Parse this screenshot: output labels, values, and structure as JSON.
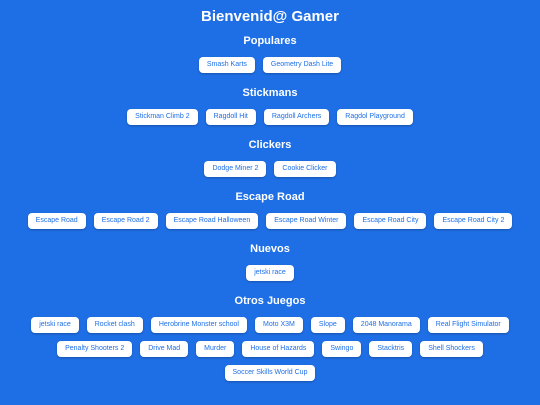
{
  "page_title": "Bienvenid@ Gamer",
  "sections": [
    {
      "id": "populares",
      "title": "Populares",
      "games": [
        "Smash Karts",
        "Geometry Dash Lite"
      ]
    },
    {
      "id": "stickmans",
      "title": "Stickmans",
      "games": [
        "Stickman Climb 2",
        "Ragdoll Hit",
        "Ragdoll Archers",
        "Ragdol Playground"
      ]
    },
    {
      "id": "clickers",
      "title": "Clickers",
      "games": [
        "Dodge Miner 2",
        "Cookie Clicker"
      ]
    },
    {
      "id": "escape-road",
      "title": "Escape Road",
      "games": [
        "Escape Road",
        "Escape Road 2",
        "Escape Road Halloween",
        "Escape Road Winter",
        "Escape Road City",
        "Escape Road City 2"
      ]
    },
    {
      "id": "nuevos",
      "title": "Nuevos",
      "games": [
        "jetski race"
      ]
    },
    {
      "id": "otros-juegos",
      "title": "Otros Juegos",
      "games": [
        "jetski race",
        "Rocket clash",
        "Herobrine Monster school",
        "Moto X3M",
        "Slope",
        "2048 Manorama",
        "Real Flight Simulator",
        "Penalty Shooters 2",
        "Drive Mad",
        "Murder",
        "House of Hazards",
        "Swingo",
        "Stacktris",
        "Shell Shockers",
        "Soccer Skills World Cup"
      ]
    }
  ],
  "colors": {
    "background": "#1e6fe6",
    "button_bg": "#ffffff",
    "button_text": "#1e6fe6",
    "title_text": "#ffffff"
  }
}
